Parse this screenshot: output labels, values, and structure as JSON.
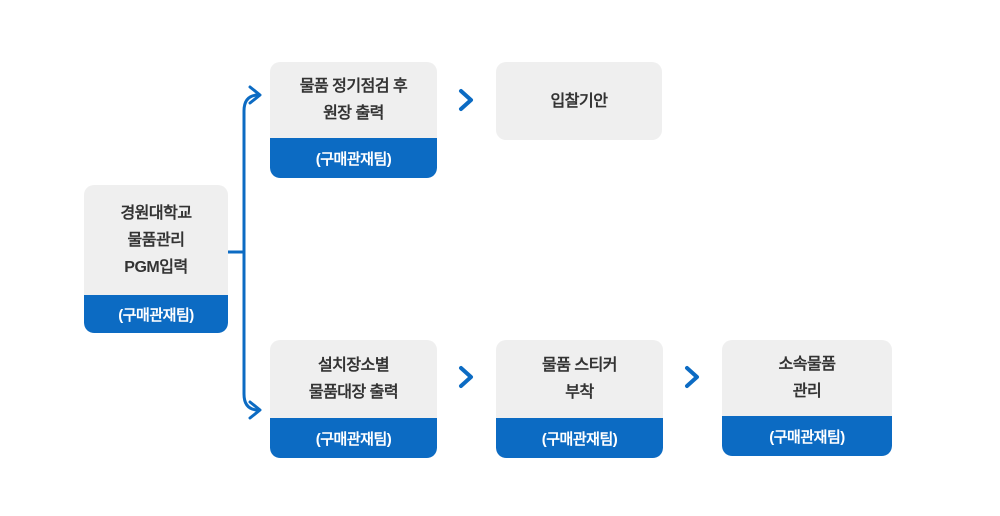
{
  "flow": {
    "root": {
      "lines": [
        "경원대학교",
        "물품관리",
        "PGM입력"
      ],
      "team": "(구매관재팀)"
    },
    "top_branch": {
      "step1": {
        "lines": [
          "물품 정기점검 후",
          "원장 출력"
        ],
        "team": "(구매관재팀)"
      },
      "step2": {
        "lines": [
          "입찰기안"
        ]
      }
    },
    "bottom_branch": {
      "step1": {
        "lines": [
          "설치장소별",
          "물품대장 출력"
        ],
        "team": "(구매관재팀)"
      },
      "step2": {
        "lines": [
          "물품 스티커",
          "부착"
        ],
        "team": "(구매관재팀)"
      },
      "step3": {
        "lines": [
          "소속물품",
          "관리"
        ],
        "team": "(구매관재팀)"
      }
    },
    "colors": {
      "accent_blue": "#0c6bc3",
      "box_gray": "#efefef",
      "body_text": "#333333",
      "footer_text": "#ffffff"
    },
    "icons": {
      "step_arrow": "chevron-right-icon",
      "branch_top_arrow": "curved-arrow-up-right-icon",
      "branch_bottom_arrow": "curved-arrow-down-right-icon"
    }
  }
}
